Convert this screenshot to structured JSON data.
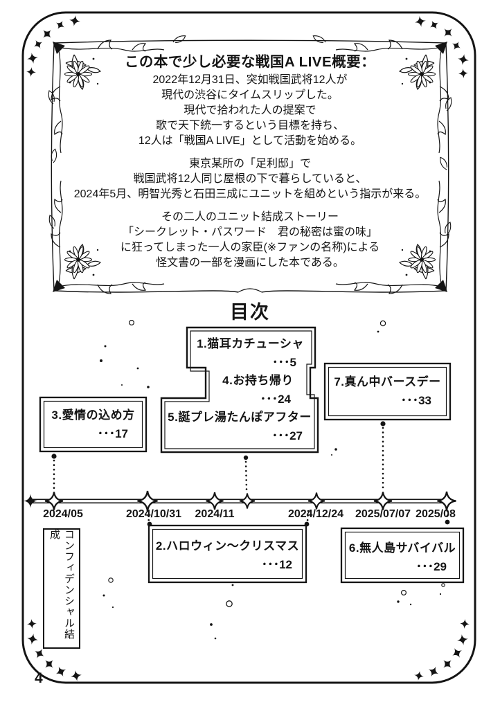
{
  "colors": {
    "ink": "#141414",
    "paper": "#ffffff"
  },
  "page_number": "4",
  "intro": {
    "title": "この本で少し必要な戦国A LIVE概要：",
    "para1": [
      "2022年12月31日、突如戦国武将12人が",
      "現代の渋谷にタイムスリップした。",
      "現代で拾われた人の提案で",
      "歌で天下統一するという目標を持ち、",
      "12人は「戦国A LIVE」として活動を始める。"
    ],
    "para2": [
      "東京某所の「足利邸」で",
      "戦国武将12人同じ屋根の下で暮らしていると、",
      "2024年5月、明智光秀と石田三成にユニットを組めという指示が来る。"
    ],
    "para3": [
      "その二人のユニット結成ストーリー",
      "「シークレット・パスワード　君の秘密は蜜の味」",
      "に狂ってしまった一人の家臣(※ファンの名称)による",
      "怪文書の一部を漫画にした本である。"
    ]
  },
  "toc": {
    "heading": "目次",
    "entries": [
      {
        "title": "1.猫耳カチューシャ",
        "page": "･･･5"
      },
      {
        "title": "2.ハロウィン～クリスマス",
        "page": "･･･12"
      },
      {
        "title": "3.愛情の込め方",
        "page": "･･･17"
      },
      {
        "title": "4.お持ち帰り",
        "page": "･･･24"
      },
      {
        "title": "5.誕プレ湯たんぽアフター",
        "page": "･･･27"
      },
      {
        "title": "6.無人島サバイバル",
        "page": "･･･29"
      },
      {
        "title": "7.真ん中バースデー",
        "page": "･･･33"
      }
    ]
  },
  "timeline": {
    "dates": [
      "2024/05",
      "2024/10/31",
      "2024/11",
      "2024/12/24",
      "2025/07/07",
      "2025/08"
    ]
  },
  "sidebar_note": "コンフィデンシャル結成"
}
